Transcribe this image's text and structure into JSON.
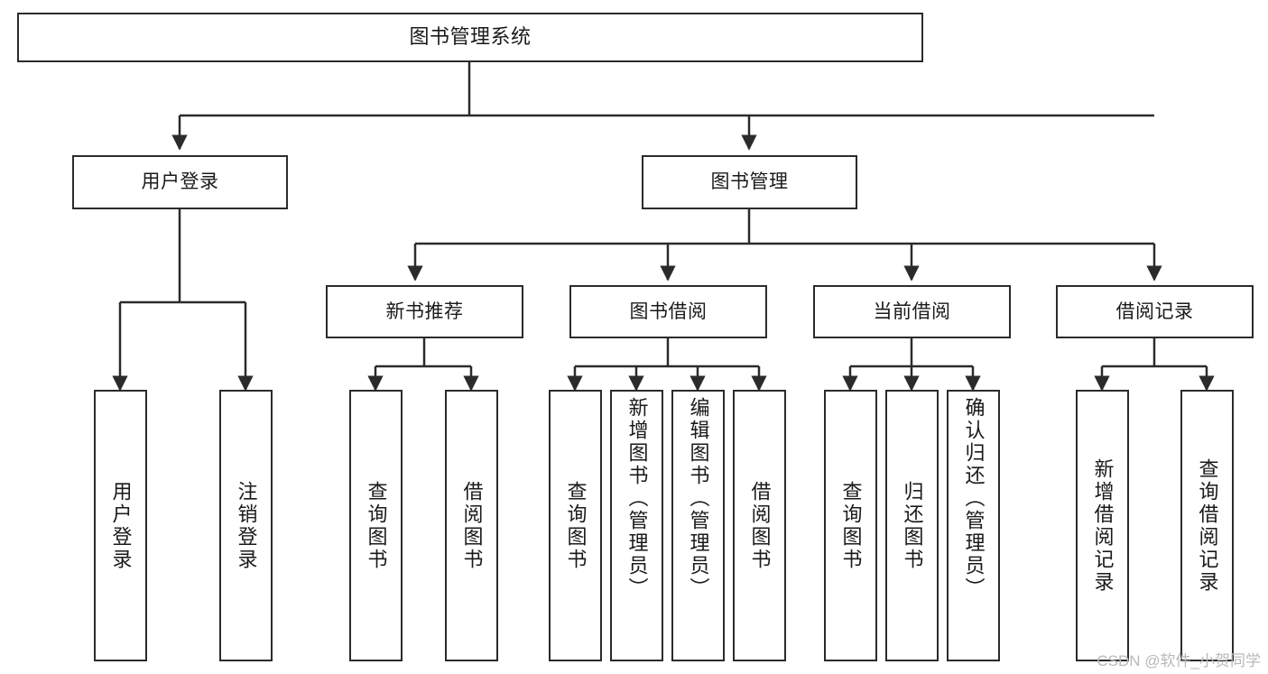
{
  "diagram": {
    "title": "图书管理系统",
    "type": "tree-hierarchy-chart",
    "watermark": "CSDN @软件_小贺同学",
    "colors": {
      "border": "#2b2b2b",
      "text": "#1a1a1a",
      "background": "#ffffff",
      "watermark": "#b9b9b9"
    },
    "root": {
      "label": "图书管理系统"
    },
    "level1": [
      {
        "label": "用户登录"
      },
      {
        "label": "图书管理"
      }
    ],
    "level2": [
      {
        "label": "新书推荐"
      },
      {
        "label": "图书借阅"
      },
      {
        "label": "当前借阅"
      },
      {
        "label": "借阅记录"
      }
    ],
    "leaves": {
      "user_login": [
        {
          "label": "用户登录"
        },
        {
          "label": "注销登录"
        }
      ],
      "new_book_recommend": [
        {
          "label": "查询图书"
        },
        {
          "label": "借阅图书"
        }
      ],
      "book_borrow": [
        {
          "label": "查询图书"
        },
        {
          "label": "新增图书（管理员）"
        },
        {
          "label": "编辑图书（管理员）"
        },
        {
          "label": "借阅图书"
        }
      ],
      "current_borrow": [
        {
          "label": "查询图书"
        },
        {
          "label": "归还图书"
        },
        {
          "label": "确认归还（管理员）"
        }
      ],
      "borrow_records": [
        {
          "label": "新增借阅记录"
        },
        {
          "label": "查询借阅记录"
        }
      ]
    }
  }
}
